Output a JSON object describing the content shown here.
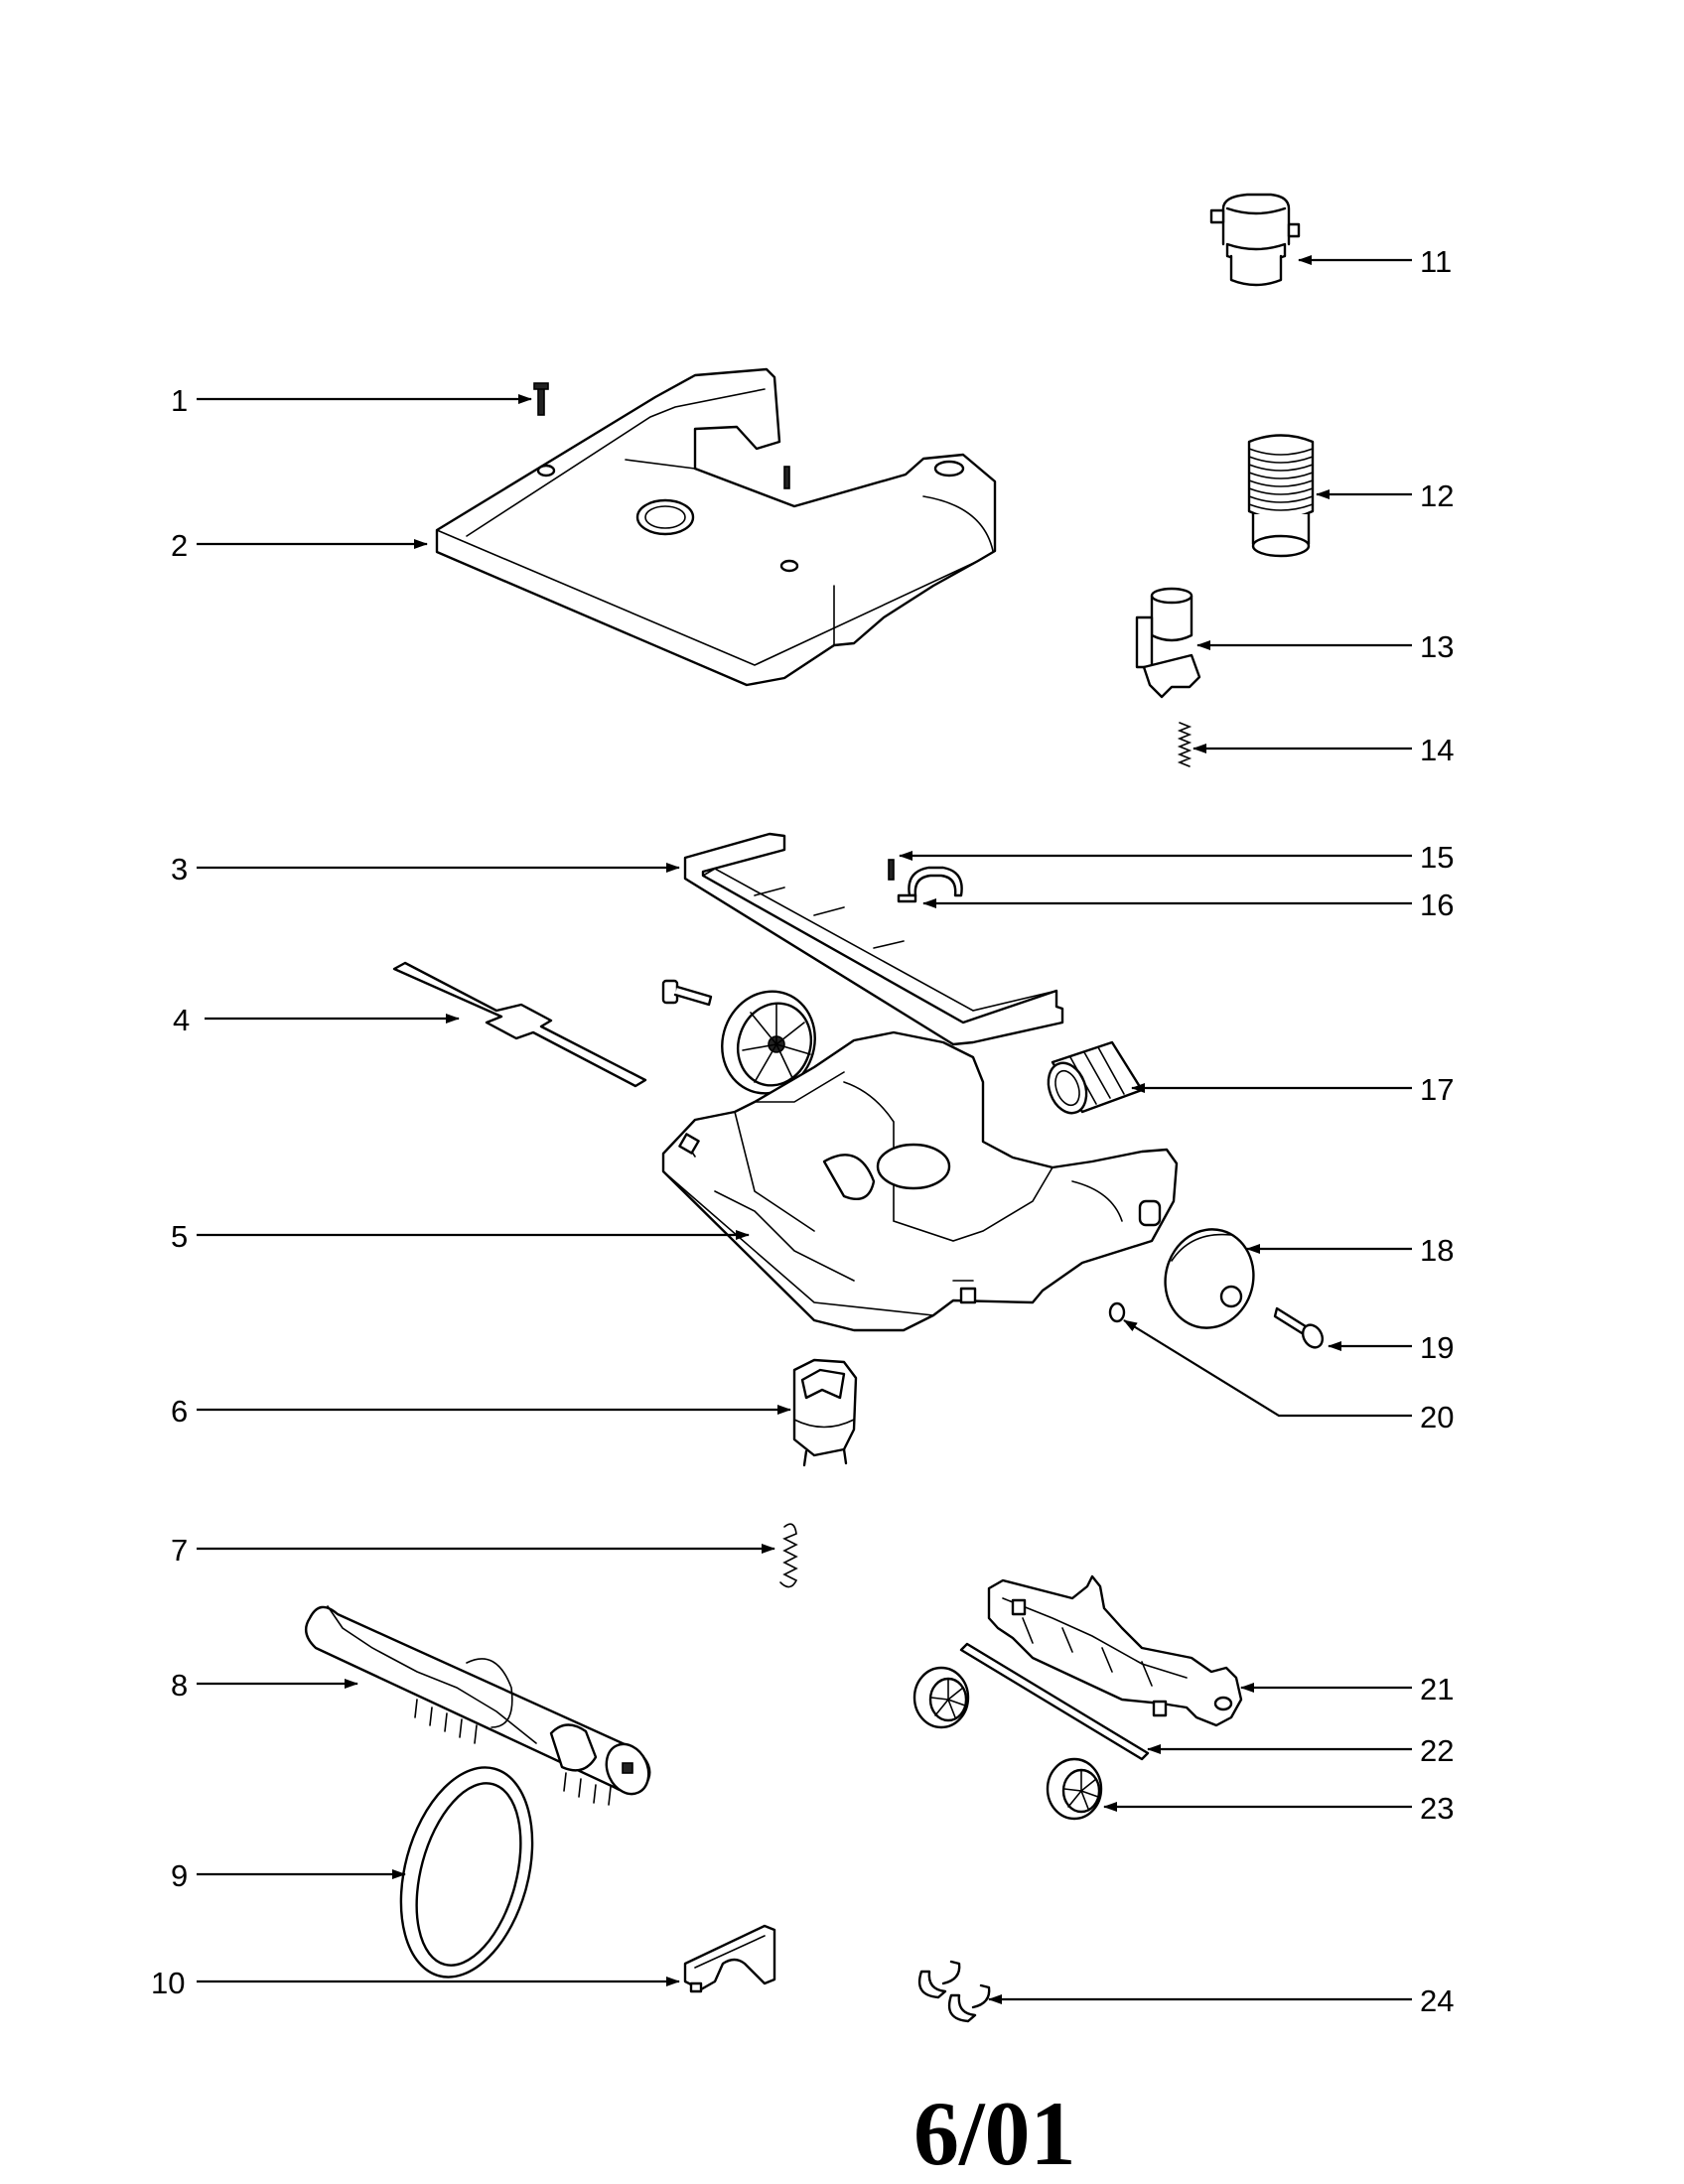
{
  "callouts": [
    {
      "id": "1",
      "label": "1"
    },
    {
      "id": "2",
      "label": "2"
    },
    {
      "id": "3",
      "label": "3"
    },
    {
      "id": "4",
      "label": "4"
    },
    {
      "id": "5",
      "label": "5"
    },
    {
      "id": "6",
      "label": "6"
    },
    {
      "id": "7",
      "label": "7"
    },
    {
      "id": "8",
      "label": "8"
    },
    {
      "id": "9",
      "label": "9"
    },
    {
      "id": "10",
      "label": "10"
    },
    {
      "id": "11",
      "label": "11"
    },
    {
      "id": "12",
      "label": "12"
    },
    {
      "id": "13",
      "label": "13"
    },
    {
      "id": "14",
      "label": "14"
    },
    {
      "id": "15",
      "label": "15"
    },
    {
      "id": "16",
      "label": "16"
    },
    {
      "id": "17",
      "label": "17"
    },
    {
      "id": "18",
      "label": "18"
    },
    {
      "id": "19",
      "label": "19"
    },
    {
      "id": "20",
      "label": "20"
    },
    {
      "id": "21",
      "label": "21"
    },
    {
      "id": "22",
      "label": "22"
    },
    {
      "id": "23",
      "label": "23"
    },
    {
      "id": "24",
      "label": "24"
    }
  ],
  "footer": {
    "date_code": "6/01"
  }
}
